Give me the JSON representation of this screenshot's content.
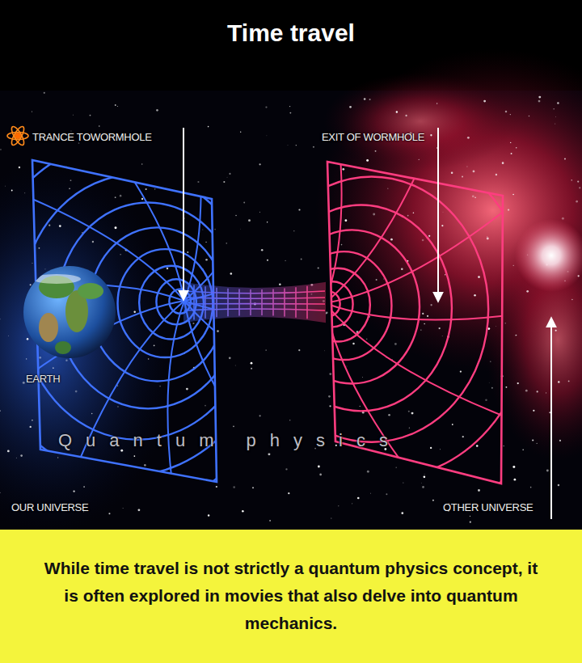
{
  "diagram": {
    "title": "Time travel",
    "caption": "While time travel is not strictly a quantum physics concept, it is often explored in movies that also delve into quantum mechanics.",
    "labels": [
      "TRANCE TOWORMHOLE",
      "EXIT OF WORMHOLE",
      "EARTH",
      "Quantum physics",
      "OUR UNIVERSE",
      "OTHER UNIVERSE"
    ]
  }
}
